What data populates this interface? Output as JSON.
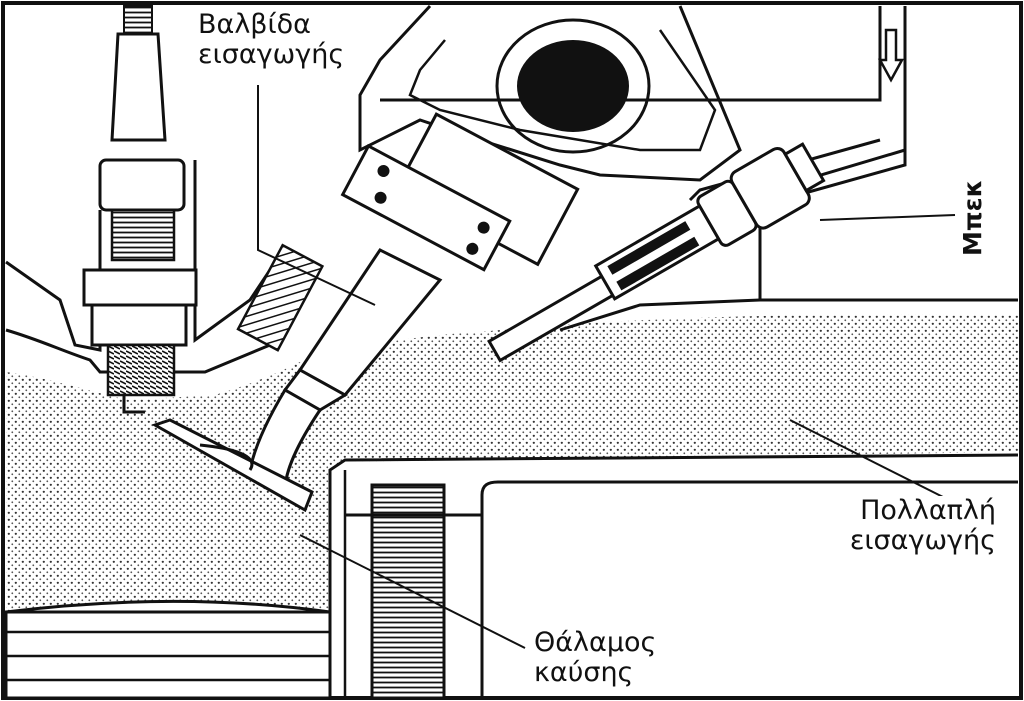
{
  "figure": {
    "colors": {
      "ink": "#111111",
      "paper": "#ffffff"
    },
    "labels": {
      "intake_valve": [
        "Βαλβίδα",
        "εισαγωγής"
      ],
      "injector": "Μπεκ",
      "intake_manifold": [
        "Πολλαπλή",
        "εισαγωγής"
      ],
      "combustion_chamber": [
        "Θάλαμος",
        "καύσης"
      ]
    }
  }
}
